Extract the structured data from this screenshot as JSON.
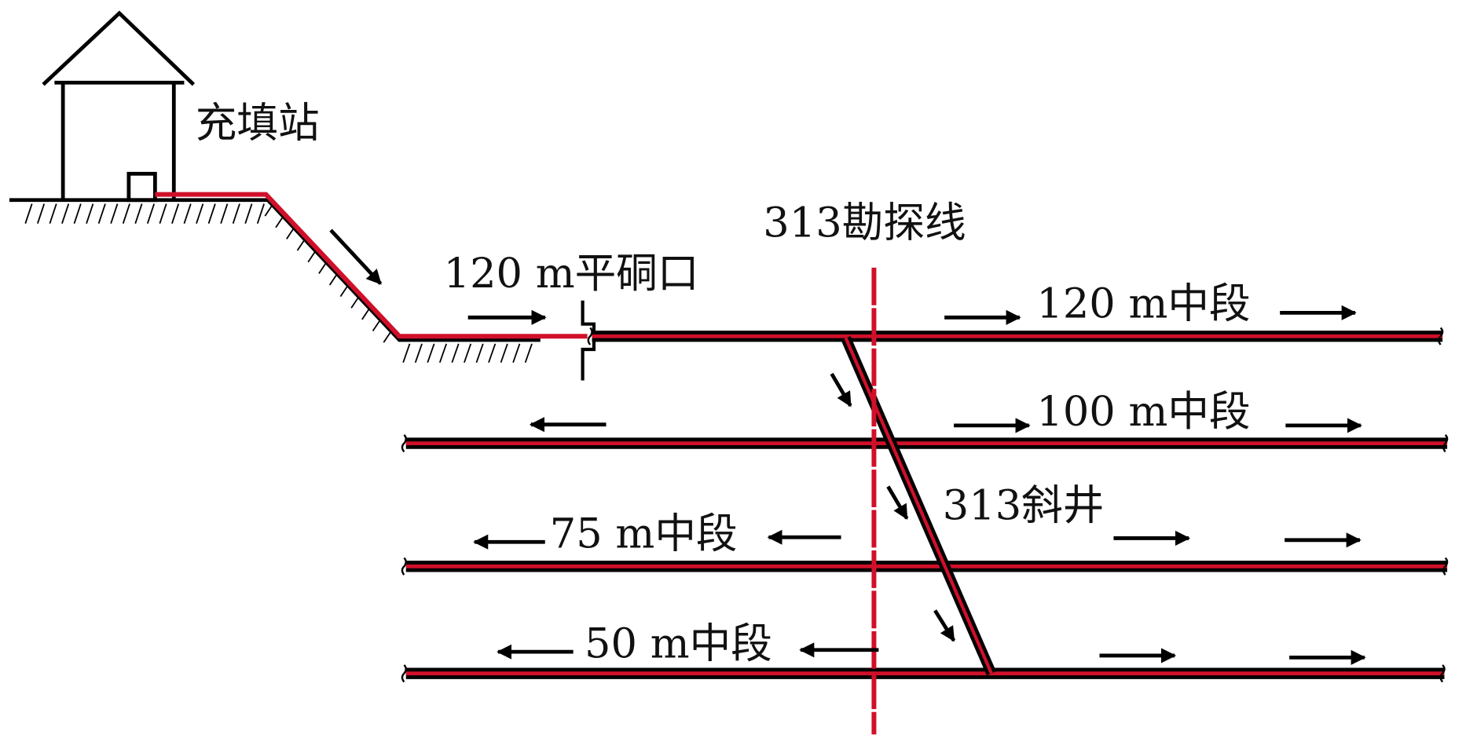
{
  "labels": {
    "station": "充填站",
    "adit": "120 m平硐口",
    "exploration_line": "313勘探线",
    "level_120": "120 m中段",
    "level_100": "100 m中段",
    "level_75": "75 m中段",
    "level_50": "50 m中段",
    "incline": "313斜井"
  },
  "colors": {
    "pipe": "#d0102a",
    "line": "#000000"
  }
}
